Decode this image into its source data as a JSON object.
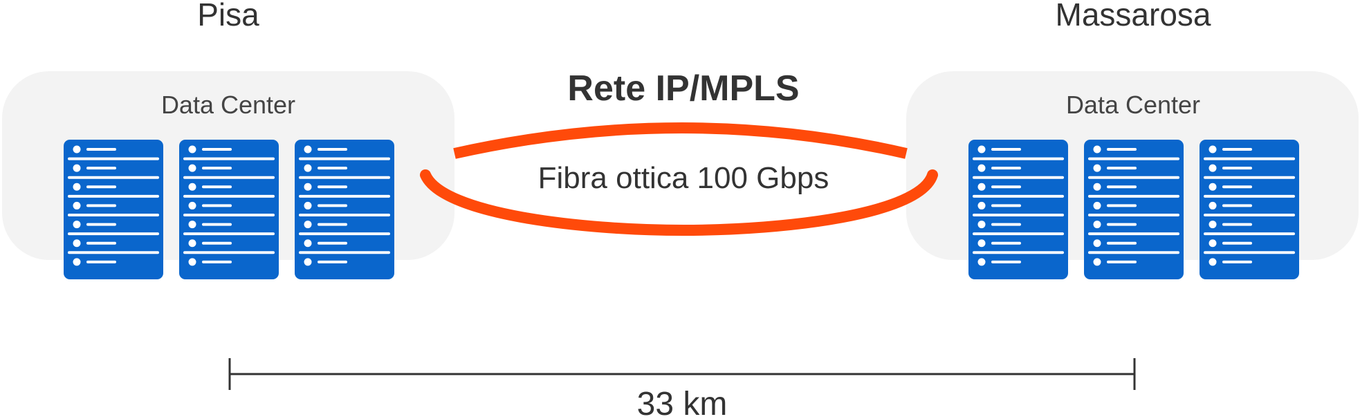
{
  "sites": [
    {
      "city": "Pisa",
      "box_title": "Data Center",
      "server_count": 3
    },
    {
      "city": "Massarosa",
      "box_title": "Data Center",
      "server_count": 3
    }
  ],
  "network": {
    "title": "Rete IP/MPLS",
    "link_label": "Fibra ottica 100 Gbps",
    "link_color": "#FF4A0A"
  },
  "distance": {
    "label": "33 km"
  },
  "colors": {
    "server": "#0A66CC",
    "box": "#F3F3F3",
    "text": "#333333"
  },
  "icons": {
    "server": "server-rack-icon"
  }
}
